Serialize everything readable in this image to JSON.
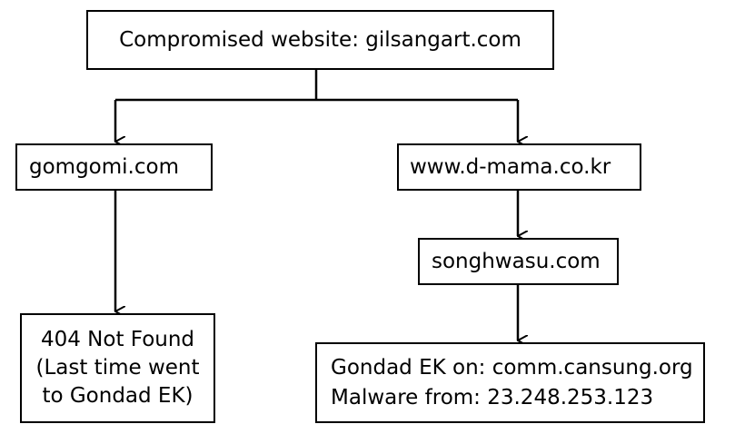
{
  "nodes": {
    "root": {
      "label": "Compromised website:  gilsangart.com"
    },
    "gomgomi": {
      "label": "gomgomi.com"
    },
    "dmama": {
      "label": "www.d-mama.co.kr"
    },
    "songhwasu": {
      "label": "songhwasu.com"
    },
    "notfound": {
      "lines": [
        "404 Not Found",
        "(Last time went",
        "to Gondad EK)"
      ]
    },
    "gondad": {
      "lines": [
        "Gondad EK on: comm.cansung.org",
        "Malware from: 23.248.253.123"
      ]
    }
  },
  "edges": [
    {
      "from": "root",
      "to": "gomgomi"
    },
    {
      "from": "root",
      "to": "dmama"
    },
    {
      "from": "gomgomi",
      "to": "notfound"
    },
    {
      "from": "dmama",
      "to": "songhwasu"
    },
    {
      "from": "songhwasu",
      "to": "gondad"
    }
  ],
  "colors": {
    "line": "#000000",
    "box_border": "#000000",
    "background": "#ffffff"
  }
}
